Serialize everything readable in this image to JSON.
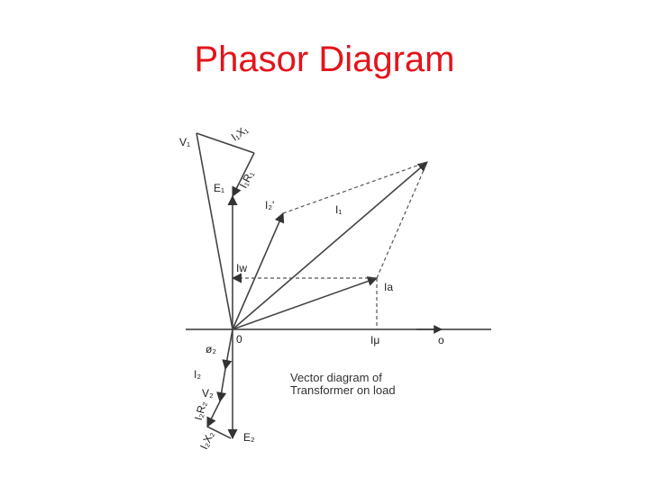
{
  "title": "Phasor Diagram",
  "diagram": {
    "labels": {
      "v1": "V₁",
      "i1x1": "I₁X₁",
      "i1r1": "I₁R₁",
      "e1": "E₁",
      "i2p": "I₂'",
      "i1": "I₁",
      "iw": "Iw",
      "ia": "Ia",
      "origin": "0",
      "imu": "Iμ",
      "o": "o",
      "phi2": "ø₂",
      "i2": "I₂",
      "v2": "V₂",
      "i2r2": "I₂R₂",
      "i2x2": "I₂X₂",
      "e2": "E₂"
    },
    "caption": [
      "Vector diagram of",
      "Transformer on load"
    ]
  }
}
